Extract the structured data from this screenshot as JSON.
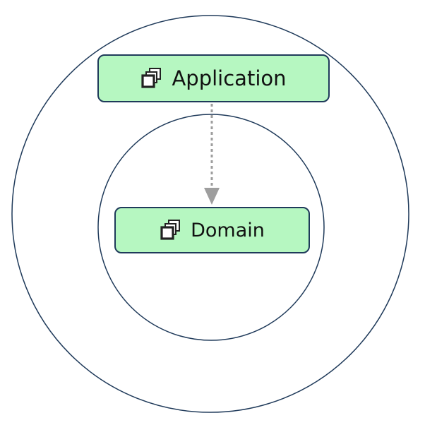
{
  "diagram": {
    "layers": [
      {
        "name": "outer-ring"
      },
      {
        "name": "inner-ring"
      }
    ],
    "nodes": [
      {
        "id": "application",
        "label": "Application",
        "icon": "stacked-windows-icon",
        "fill": "#b6f7c1",
        "border": "#1f3a5a"
      },
      {
        "id": "domain",
        "label": "Domain",
        "icon": "stacked-windows-icon",
        "fill": "#b6f7c1",
        "border": "#1f3a5a"
      }
    ],
    "edges": [
      {
        "from": "application",
        "to": "domain",
        "style": "dashed",
        "color": "#9e9e9e"
      }
    ],
    "ring_color": "#1f3a5a"
  }
}
